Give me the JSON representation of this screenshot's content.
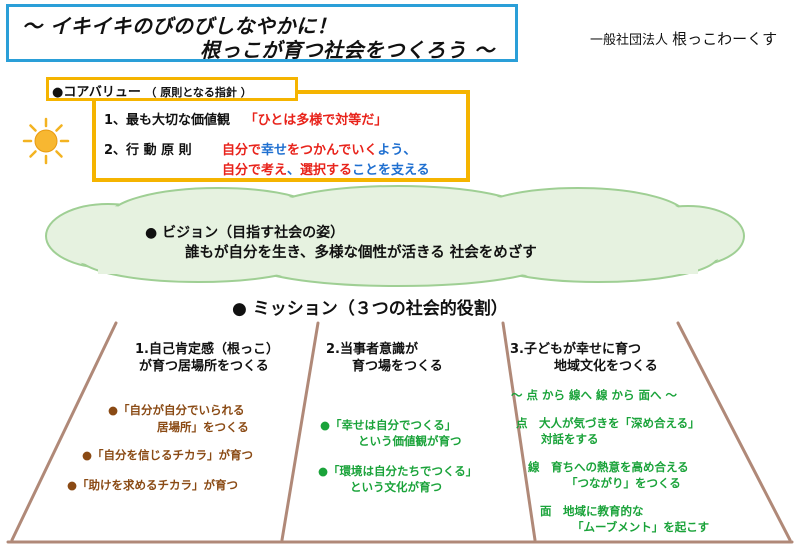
{
  "header": {
    "title_line1": "～ イキイキのびのびしなやかに！",
    "title_line2": "根っこが育つ社会をつくろう ～",
    "org_prefix": "一般社団法人",
    "org_name": "根っこわーくす"
  },
  "core_values": {
    "label": "●コアバリュー",
    "label_sub": "（ 原則となる指針 ）",
    "row1_label": "1、最も大切な価値観",
    "row1_value": "「ひとは多様で対等だ」",
    "row2_label": "2、行 動 原 則",
    "row2_part1": "自分で",
    "row2_part2": "幸せ",
    "row2_part3": "をつかんでいく",
    "row2_part4": "よう、",
    "row3_part1": "自分で考え",
    "row3_part2": "、",
    "row3_part3": "選択する",
    "row3_part4": "ことを支える"
  },
  "vision": {
    "title": "●  ビジョン（目指す社会の姿）",
    "text": "誰もが自分を生き、多様な個性が活きる 社会をめざす"
  },
  "mission": {
    "title": "●  ミッション（３つの社会的役割）",
    "columns": [
      {
        "title_line1": "1.自己肯定感（根っこ）",
        "title_line2": "が育つ居場所をつくる",
        "items": [
          "●「自分が自分でいられる",
          "居場所」をつくる",
          "●「自分を信じるチカラ」が育つ",
          "●「助けを求めるチカラ」が育つ"
        ]
      },
      {
        "title_line1": "2.当事者意識が",
        "title_line2": "育つ場をつくる",
        "items": [
          "●「幸せは自分でつくる」",
          "という価値観が育つ",
          "●「環境は自分たちでつくる」",
          "という文化が育つ"
        ]
      },
      {
        "title_line1": "3.子どもが幸せに育つ",
        "title_line2": "地域文化をつくる",
        "subheading": "～ 点 から 線へ  線 から 面へ ～",
        "items": [
          "点　大人が気づきを「深め合える」",
          "対話をする",
          "線　育ちへの熱意を高め合える",
          "「つながり」をつくる",
          "面　地域に教育的な",
          "「ムーブメント」を起こす"
        ]
      }
    ]
  },
  "colors": {
    "title_border": "#2a9fd8",
    "core_border": "#f5b400",
    "cloud_fill": "#e6f2e0",
    "cloud_stroke": "#9fcf94",
    "frame_brown": "#b08978",
    "red": "#e8231b",
    "blue": "#1e6fd0",
    "brown": "#8a4a14",
    "green": "#1aa33a"
  },
  "icons": {
    "sun": "sun-icon"
  }
}
